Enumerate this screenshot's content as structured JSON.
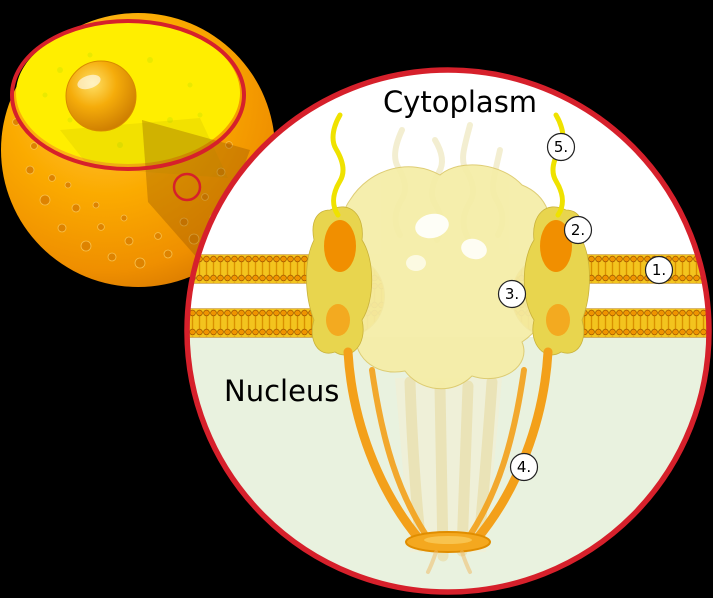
{
  "labels": {
    "cytoplasm": "Cytoplasm",
    "nucleus": "Nucleus"
  },
  "callouts": [
    {
      "label": "1."
    },
    {
      "label": "2."
    },
    {
      "label": "3."
    },
    {
      "label": "4."
    },
    {
      "label": "5."
    }
  ],
  "colors": {
    "ring_red": "#d6202b",
    "membrane_gold": "#f3c41e",
    "lipid_head": "#ef9400",
    "lipid_tail": "#d99000",
    "nucleus_bg": "#e9f2df",
    "cytoplasm_bg": "#ffffff",
    "pore_body": "#f5eda6",
    "side_chunk": "#e8d54e",
    "inner_orange": "#f18f00",
    "filament_yellow": "#efe200",
    "basket_orange": "#f3a01a",
    "cell_orange": "#f9a700",
    "cell_yellow": "#ffee00",
    "nucleolus_orange": "#f3a000",
    "background": "#000000"
  }
}
